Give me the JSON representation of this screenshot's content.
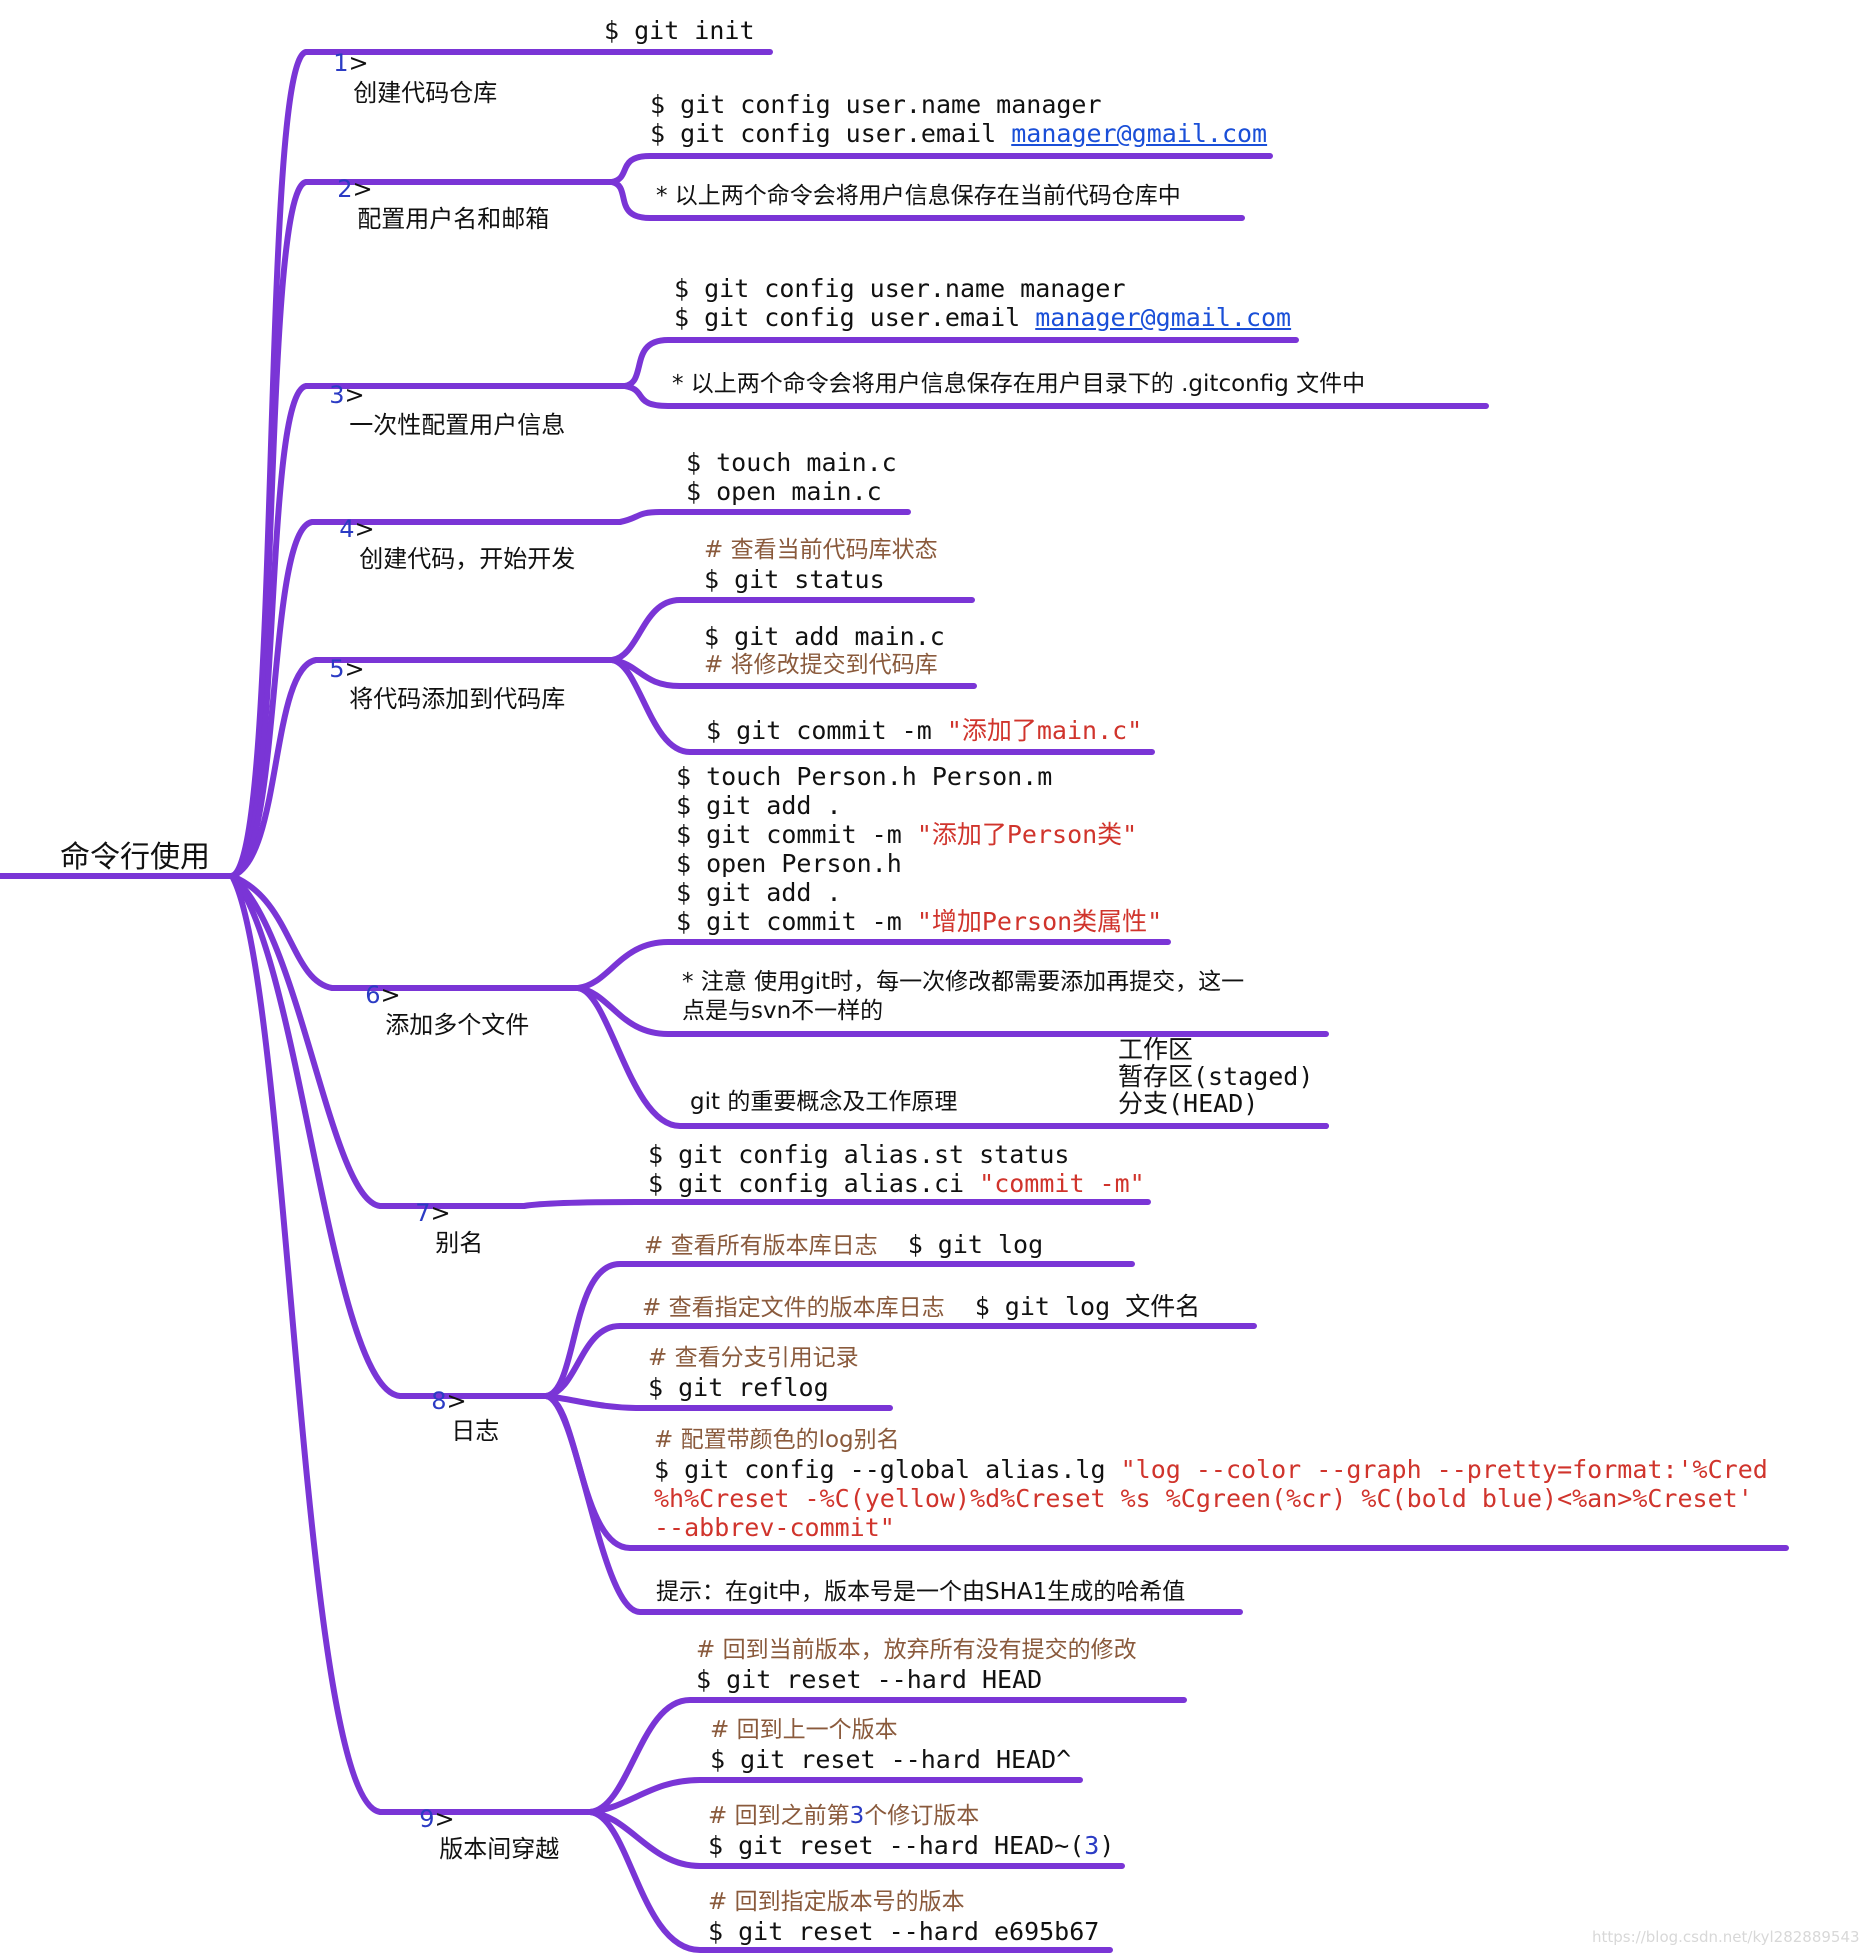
{
  "root": {
    "label": "命令行使用"
  },
  "branches": [
    {
      "num": "1",
      "gt": ">",
      "label": "创建代码仓库",
      "cmd": "$ git init"
    },
    {
      "num": "2",
      "gt": ">",
      "label": "配置用户名和邮箱",
      "cmd1": "$ git config user.name manager",
      "cmd2_prefix": "$ git config user.email ",
      "email": "manager@gmail.com",
      "note": "* 以上两个命令会将用户信息保存在当前代码仓库中"
    },
    {
      "num": "3",
      "gt": ">",
      "label": "一次性配置用户信息",
      "cmd1": "$ git config user.name manager",
      "cmd2_prefix": "$ git config user.email ",
      "email": "manager@gmail.com",
      "note": "* 以上两个命令会将用户信息保存在用户目录下的 .gitconfig 文件中"
    },
    {
      "num": "4",
      "gt": ">",
      "label": "创建代码，开始开发",
      "cmd1": "$ touch main.c",
      "cmd2": "$ open main.c"
    },
    {
      "num": "5",
      "gt": ">",
      "label": "将代码添加到代码库",
      "comment1": "# 查看当前代码库状态",
      "cmd1": "$ git status",
      "cmd2": "$ git add main.c",
      "comment2": "# 将修改提交到代码库",
      "cmd3_prefix": "$ git commit -m ",
      "cmd3_str": "\"添加了main.c\""
    },
    {
      "num": "6",
      "gt": ">",
      "label": "添加多个文件",
      "l1": "$ touch Person.h Person.m",
      "l2": "$ git add .",
      "l3_prefix": "$ git commit -m ",
      "l3_str": "\"添加了Person类\"",
      "l4": "$ open Person.h",
      "l5": "$ git add .",
      "l6_prefix": "$ git commit -m ",
      "l6_str": "\"增加Person类属性\"",
      "note_line1": "* 注意 使用git时，每一次修改都需要添加再提交，这一",
      "note_line2": "点是与svn不一样的",
      "concept": "git 的重要概念及工作原理",
      "c1": "工作区",
      "c2": "暂存区(staged)",
      "c3": "分支(HEAD)"
    },
    {
      "num": "7",
      "gt": ">",
      "label": "别名",
      "cmd1": "$ git config alias.st status",
      "cmd2_prefix": "$ git config alias.ci ",
      "cmd2_str": "\"commit -m\""
    },
    {
      "num": "8",
      "gt": ">",
      "label": "日志",
      "c1_comment": "# 查看所有版本库日志",
      "c1_cmd": "$ git log",
      "c2_comment": "# 查看指定文件的版本库日志",
      "c2_cmd": "$ git log 文件名",
      "c3_comment": "# 查看分支引用记录",
      "c3_cmd": "$ git reflog",
      "c4_comment": "# 配置带颜色的log别名",
      "c4_cmd_prefix": "$ git config --global alias.lg ",
      "c4_str1": "\"log --color --graph --pretty=format:'%Cred",
      "c4_str2": "%h%Creset -%C(yellow)%d%Creset %s %Cgreen(%cr) %C(bold blue)<%an>%Creset'",
      "c4_str3": "--abbrev-commit\"",
      "tip": "提示：在git中，版本号是一个由SHA1生成的哈希值"
    },
    {
      "num": "9",
      "gt": ">",
      "label": "版本间穿越",
      "c1_comment": "# 回到当前版本，放弃所有没有提交的修改",
      "c1_cmd": "$ git reset --hard HEAD",
      "c2_comment": "# 回到上一个版本",
      "c2_cmd": "$ git reset --hard HEAD^",
      "c3_comment_prefix": "# 回到之前第",
      "c3_comment_num": "3",
      "c3_comment_suffix": "个修订版本",
      "c3_cmd_prefix": "$ git reset --hard HEAD~(",
      "c3_cmd_num": "3",
      "c3_cmd_suffix": ")",
      "c4_comment": "# 回到指定版本号的版本",
      "c4_cmd": "$ git reset --hard e695b67"
    }
  ],
  "watermark": "https://blog.csdn.net/kyl282889543",
  "colors": {
    "line": "#7a35d6",
    "number": "#2b3bc4",
    "comment": "#8a5a3c",
    "string": "#d0342c",
    "link": "#1a4fd8"
  }
}
